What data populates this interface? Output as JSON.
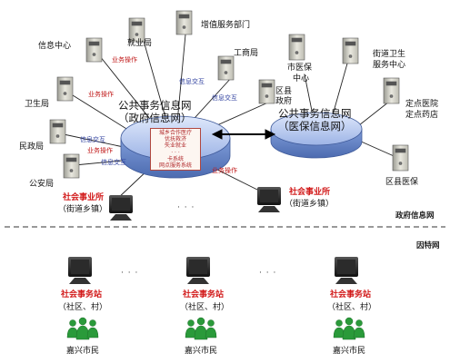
{
  "government_network": {
    "title_line1": "公共事务信息网",
    "title_line2": "（政府信息网）",
    "inner_box_lines": [
      "城乡合作医疗",
      "优抚救济",
      "失业就业",
      "· · ·",
      "卡系统",
      "网点服务系统"
    ]
  },
  "medical_network": {
    "title_line1": "公共事务信息网",
    "title_line2": "（医保信息网）"
  },
  "gov_departments": {
    "info_center": "信息中心",
    "employment": "就业局",
    "value_added": "增值服务部门",
    "commerce": "工商局",
    "health": "卫生局",
    "civil_affairs": "民政局",
    "public_security": "公安局",
    "district_gov_1": "区县",
    "district_gov_2": "政府"
  },
  "medical_nodes": {
    "city_medical_1": "市医保",
    "city_medical_2": "中心",
    "street_health_1": "街道卫生",
    "street_health_2": "服务中心",
    "hospital_1": "定点医院",
    "hospital_2": "定点药店",
    "district_medical": "区县医保"
  },
  "link_labels": {
    "business_operation": "业务操作",
    "info_exchange": "信息交互"
  },
  "social_affairs_office": {
    "title": "社会事业所",
    "subtitle": "（街道乡镇）"
  },
  "social_affairs_station": {
    "title": "社会事务站",
    "subtitle": "（社区、村）"
  },
  "citizens": "嘉兴市民",
  "zones": {
    "government_net": "政府信息网",
    "internet": "因特网"
  },
  "ellipsis": "· · ·",
  "colors": {
    "ellipse_blue": "#6f8fcf",
    "operation_red": "#c01818",
    "exchange_blue": "#2c3e9e",
    "office_red": "#d21b1b",
    "citizen_green": "#2a9a3a"
  }
}
